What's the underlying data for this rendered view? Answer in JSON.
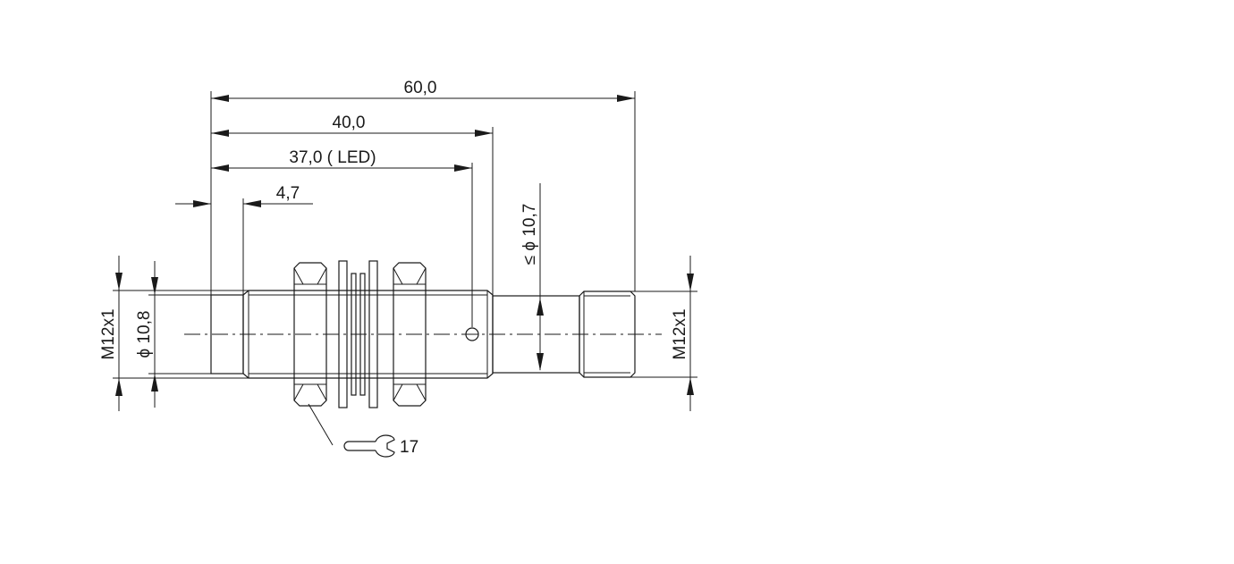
{
  "dimensions": {
    "overall_length": "60,0",
    "housing_length": "40,0",
    "led_position": "37,0 ( LED)",
    "sensing_face_length": "4,7",
    "max_cable_diameter": "≤ ϕ 10,7",
    "left_thread": "M12x1",
    "right_thread": "M12x1",
    "sensing_face_diameter": "ϕ 10,8",
    "wrench_size": "17"
  },
  "icons": {
    "wrench": "wrench-icon",
    "led": "led-indicator-icon"
  }
}
